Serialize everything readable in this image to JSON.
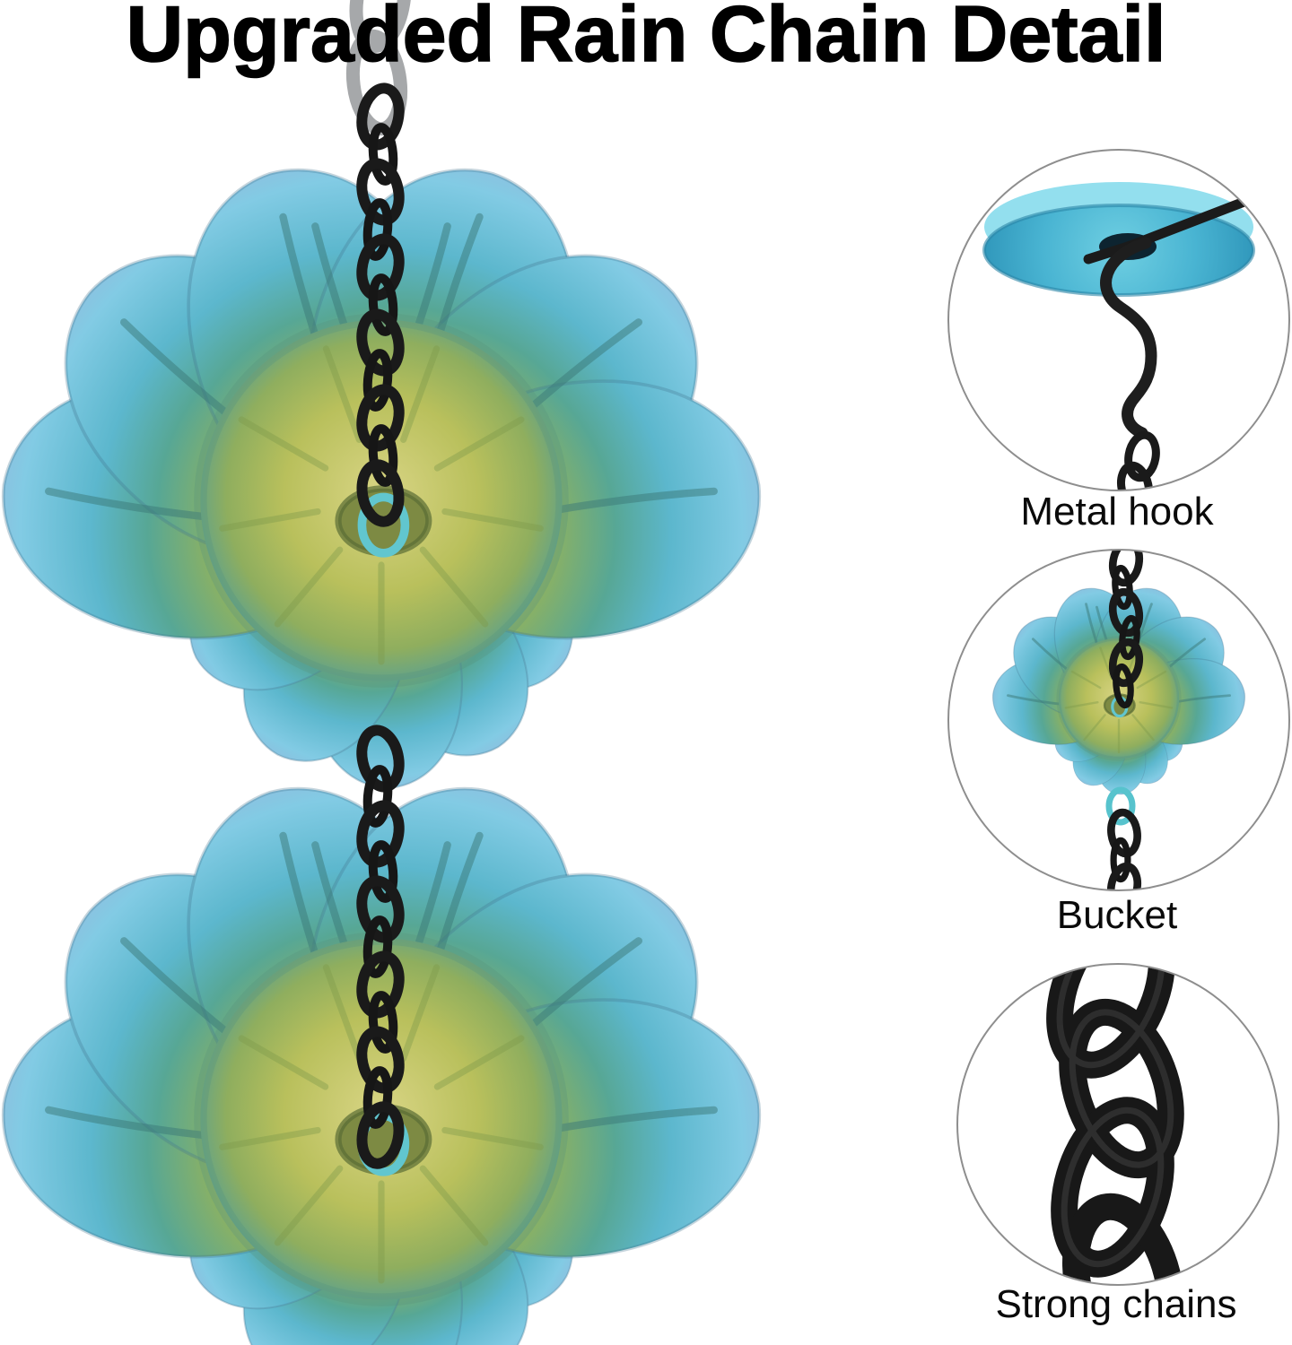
{
  "title": "Upgraded Rain Chain Detail",
  "insets": [
    {
      "label": "Metal hook"
    },
    {
      "label": "Bucket"
    },
    {
      "label": "Strong chains"
    }
  ],
  "colors": {
    "background": "#ffffff",
    "title_text": "#000000",
    "label_text": "#0a0a0a",
    "chain_black": "#1a1a1a",
    "chain_silver": "#a6a8aa",
    "petal_blue": "#82cbe4",
    "petal_teal": "#57a795",
    "petal_purple": "#a57db4",
    "flower_center_green": "#bcc25e",
    "hook_disc_teal": "#49b4d2",
    "inset_border": "#8e8e8e"
  }
}
